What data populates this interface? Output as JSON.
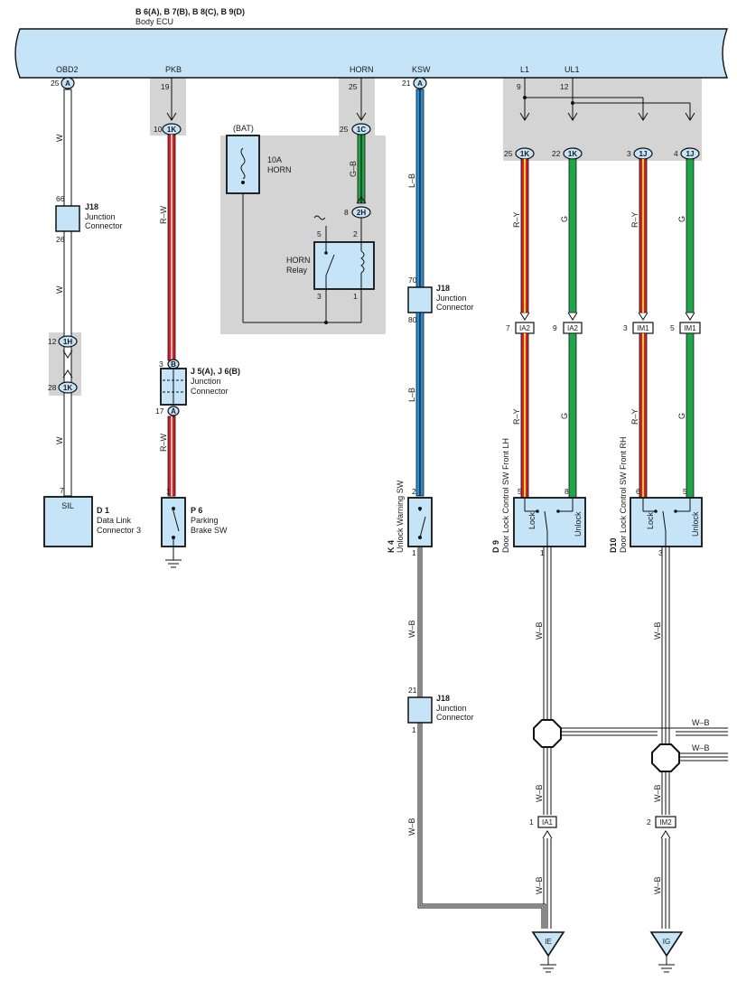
{
  "ecu": {
    "title": "B 6(A), B 7(B), B 8(C), B 9(D)",
    "subtitle": "Body ECU",
    "terminals": [
      "OBD2",
      "PKB",
      "HORN",
      "KSW",
      "L1",
      "UL1"
    ]
  },
  "col_obd2": {
    "ecu_pin": "25",
    "ecu_conn": "A",
    "wire": "W",
    "j18_in": "66",
    "j18_out": "26",
    "j18_name": "J18",
    "j18_desc1": "Junction",
    "j18_desc2": "Connector",
    "conn_1h_pin": "12",
    "conn_1h": "1H",
    "conn_1k_pin": "28",
    "conn_1k": "1K",
    "d1_pin": "7",
    "d1_label": "SIL",
    "d1_code": "D 1",
    "d1_desc1": "Data Link",
    "d1_desc2": "Connector 3"
  },
  "col_pkb": {
    "ecu_pin": "19",
    "conn_pin": "10",
    "conn": "1K",
    "wire": "R–W",
    "j5_in_pin": "3",
    "j5_in": "B",
    "j5_name": "J 5(A), J 6(B)",
    "j5_desc1": "Junction",
    "j5_desc2": "Connector",
    "j5_out_pin": "17",
    "j5_out": "A",
    "p6_pin": "1",
    "p6_code": "P 6",
    "p6_desc1": "Parking",
    "p6_desc2": "Brake SW"
  },
  "col_horn": {
    "ecu_pin": "25",
    "conn_pin": "25",
    "conn": "1C",
    "wire": "G–B",
    "conn2_pin": "8",
    "conn2": "2H",
    "bat": "(BAT)",
    "fuse1": "10A",
    "fuse2": "HORN",
    "relay1": "HORN",
    "relay2": "Relay",
    "relay_pins": [
      "5",
      "2",
      "3",
      "1"
    ]
  },
  "col_ksw": {
    "ecu_pin": "21",
    "ecu_conn": "A",
    "wire_top": "L–B",
    "j18_in": "70",
    "j18_out": "80",
    "j18_name": "J18",
    "j18_desc1": "Junction",
    "j18_desc2": "Connector",
    "wire_mid": "L–B",
    "k4_in": "2",
    "k4_out": "1",
    "k4_code": "K 4",
    "k4_desc": "Unlock Warning SW",
    "wire_low": "W–B",
    "j18b_in": "21",
    "j18b_out": "1",
    "j18b_name": "J18",
    "j18b_desc1": "Junction",
    "j18b_desc2": "Connector",
    "wire_bottom": "W–B"
  },
  "col_doors": {
    "ecu_pin_l1": "9",
    "ecu_pin_ul1": "12",
    "conn_pins": [
      "25",
      "22",
      "3",
      "4"
    ],
    "conns": [
      "1K",
      "1K",
      "1J",
      "1J"
    ],
    "wires_top": [
      "R–Y",
      "G",
      "R–Y",
      "G"
    ],
    "mid_pins": [
      "7",
      "9",
      "3",
      "5"
    ],
    "mid_conns": [
      "IA2",
      "IA2",
      "IM1",
      "IM1"
    ],
    "wires_mid": [
      "R–Y",
      "G",
      "R–Y",
      "G"
    ],
    "d9_pins": [
      "5",
      "8"
    ],
    "d9_out": "1",
    "d9_code": "D 9",
    "d9_desc": "Door Lock Control SW Front LH",
    "d10_pins": [
      "6",
      "5"
    ],
    "d10_out": "3",
    "d10_code": "D10",
    "d10_desc": "Door Lock Control SW Front RH",
    "sw_lock": "Lock",
    "sw_unlock": "Unlock",
    "wire_wb": "W–B",
    "branch_labels": [
      "W–B",
      "W–B"
    ],
    "ia1_pin": "1",
    "ia1": "IA1",
    "im2_pin": "2",
    "im2": "IM2",
    "ground_ie": "IE",
    "ground_ig": "IG"
  },
  "colors": {
    "ecu_fill": "#c6e4f7",
    "red": "#d42027",
    "yellow": "#f5d33b",
    "green": "#1fa64a",
    "blue": "#2f8fd6",
    "white_wire": "#ffffff",
    "gray_zone": "#d4d4d4"
  }
}
